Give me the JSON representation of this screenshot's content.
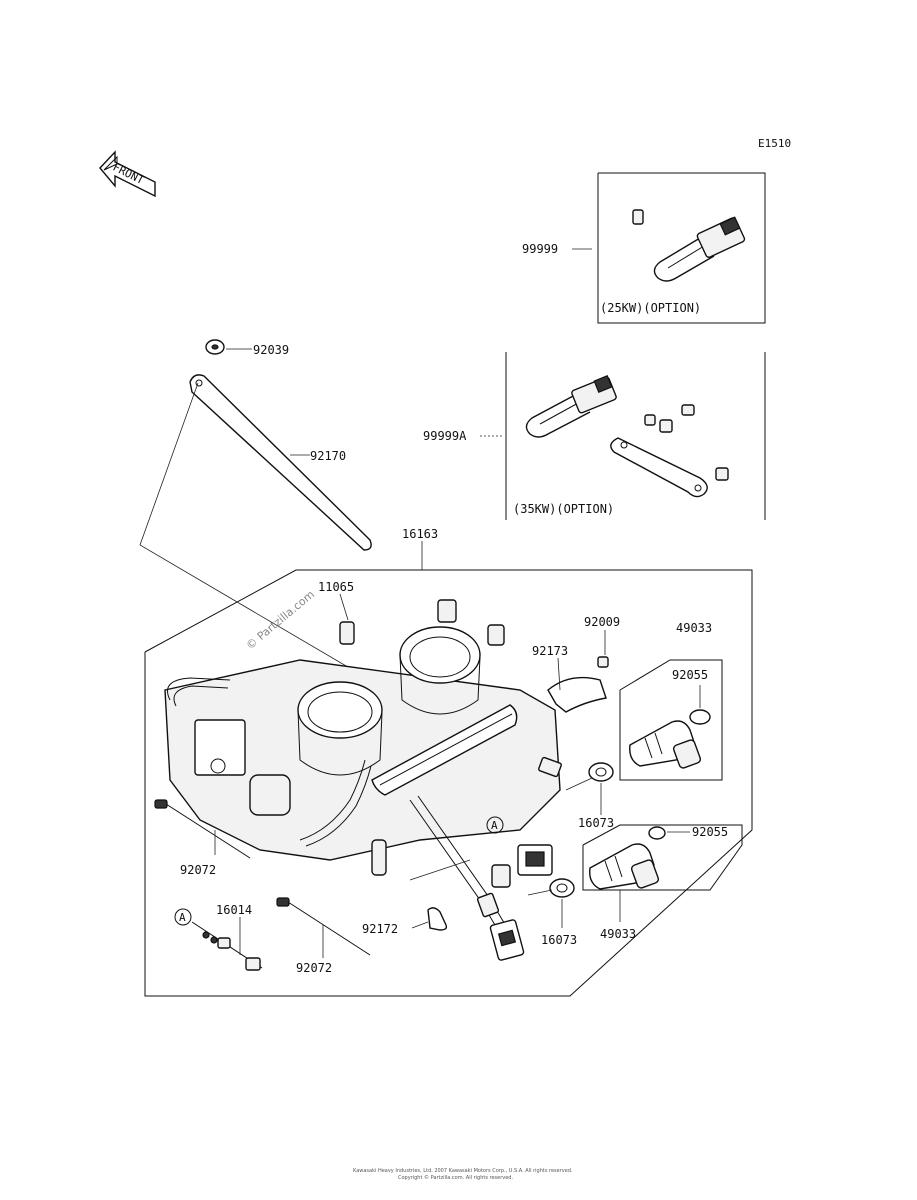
{
  "header": {
    "code": "E1510"
  },
  "front_arrow": {
    "text": "FRONT",
    "icon": "front-arrow-icon"
  },
  "options": {
    "opt25": "(25KW)(OPTION)",
    "opt35": "(35KW)(OPTION)"
  },
  "callouts": {
    "p99999": "99999",
    "p99999A": "99999A",
    "p92039": "92039",
    "p92170": "92170",
    "p16163": "16163",
    "p11065": "11065",
    "p92009": "92009",
    "p49033_top": "49033",
    "p92173": "92173",
    "p92055_top": "92055",
    "p16073_top": "16073",
    "p92055_bottom": "92055",
    "p92072_left": "92072",
    "p16014": "16014",
    "p92072_bottom": "92072",
    "p92172": "92172",
    "p16073_bottom": "16073",
    "p49033_bottom": "49033"
  },
  "markers": {
    "a_main": "A",
    "a_inset": "A"
  },
  "watermark": "© Partzilla.com",
  "footer": {
    "line1": "Kawasaki Heavy Industries, Ltd. 2007 Kawasaki Motors Corp., U.S.A. All rights reserved.",
    "line2": "Copyright © Partzilla.com. All rights reserved."
  }
}
